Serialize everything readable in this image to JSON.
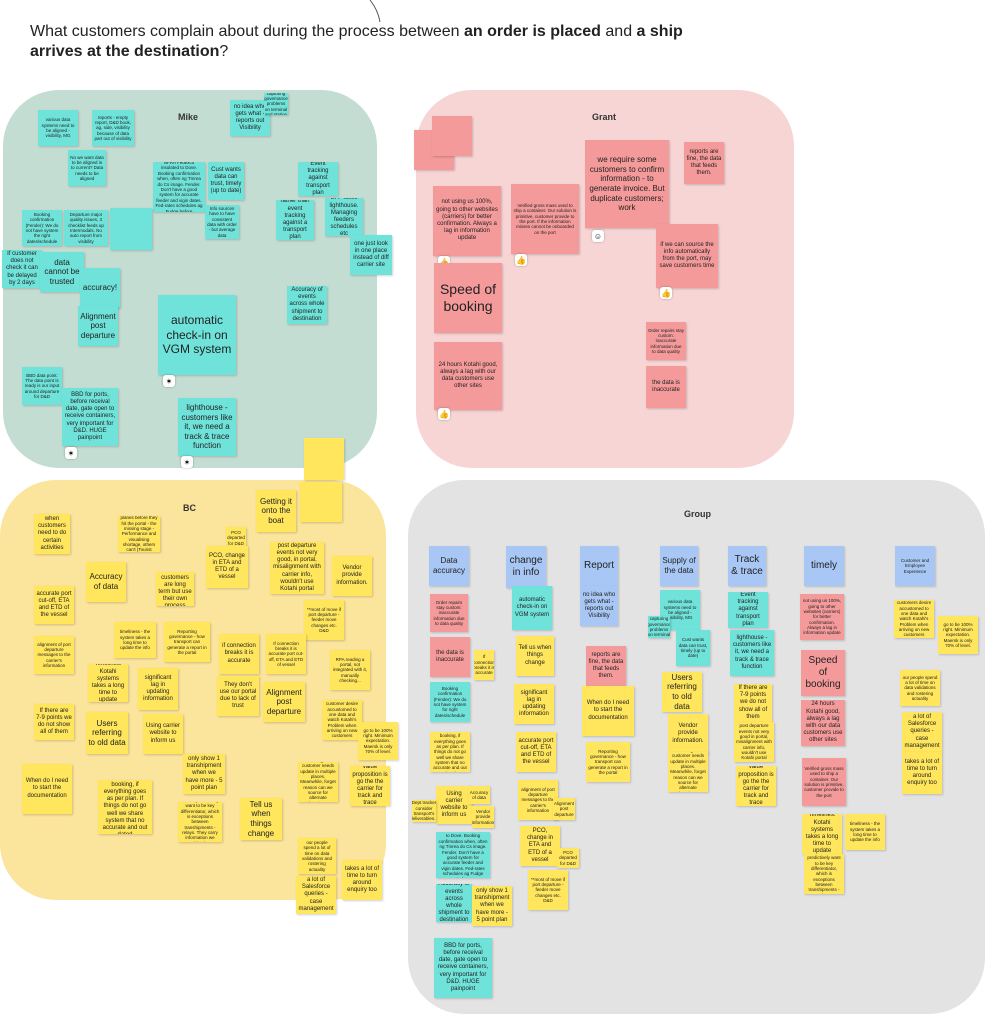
{
  "question": {
    "part1": "What customers complain about during the process between ",
    "bold1": "an order is placed",
    "part2": " and ",
    "bold2": "a ship arrives at the destination",
    "part3": "?"
  },
  "zones": {
    "mike": "Mike",
    "grant": "Grant",
    "bc": "BC",
    "group": "Group"
  },
  "icons": {
    "sparkle": "sparkle-icon",
    "thumb": "thumbs-up-icon",
    "smile": "smile-icon"
  },
  "colors": {
    "mike_bg": "#c4ddd2",
    "grant_bg": "#f7d5d5",
    "bc_bg": "#fbe49b",
    "group_bg": "#e3e3e3",
    "teal": "#6fe3da",
    "pink": "#f59a9a",
    "yellow": "#ffe65c",
    "blue": "#a8c7f5"
  },
  "mike": {
    "n1": "various data systems need to be aligned - visibility, MG",
    "n2": "reports - empty report, D&D book, ag, side, visibility because of data part out of visibility",
    "n3": "no idea who gets what - reports out Visibility",
    "n4": "capturing governance problems on terminal and station",
    "n5": "No we want data to be aligned in to current? Data needs to be aligned",
    "n6": "NFRA Fedexco insulated to Dove. Booking confirmation when, often ng Tmrea do Cs image. Fender. Don't have a good system for accurate feeder and vigin dates. Fed-rates schedules ag Fudge before",
    "n7": "Cust wants data can trust, timely (up to date)",
    "n8": "Event tracking against transport plan",
    "n9": "Booking confirmation (Fender): We do not have system the right dates/schedule",
    "n10": "Departure major quality issues, 3 checklist feeds up Intermodals. No auto report from visibility",
    "n11": "Info sources have to have consistent data with order - but average data",
    "n12": "rather than event tracking against a transport plan",
    "n13": "SFF loses lighthouse. Managing feeders schedules etc",
    "n14": "one just look in one place instead of diff carrier site",
    "n15": "If customer does not check it can be delayed by 2 days",
    "n16": "data cannot be trusted",
    "n17": "accuracy!",
    "n18": "Alignment post departure",
    "n19": "automatic check-in on VGM system",
    "n20": "Accuracy of events across whole shipment to destination",
    "n21": "BBD data point: The data point is ready is our input around departure for D&D",
    "n22": "BBD for ports, before receival date, gate open to receive containers, very important for D&D. HUGE painpoint",
    "n23": "lighthouse - customers like it, we need a track & trace function"
  },
  "grant": {
    "n1": "we require some customers to confirm information - to generate invoice. But duplicate customers; work",
    "n2": "reports are fine, the data that feeds them.",
    "n3": "not using us 100%, going to other websites (carriers) for better confirmation. Always a lag in information update",
    "n4": "Verified gross mass used to ship a container. Our solution is primitive, customer provide to the port. If the information misses cannot be onboarded on the port",
    "n5": "if we can source the info automatically from the port, may save customers time",
    "n6": "Speed of booking",
    "n7": "24 hours Kotahi good, always a lag with our data customers use other sites",
    "n8": "Order repairs stay custom: inaccurate information due to data quality",
    "n9": "the data is inaccurate"
  },
  "bc": {
    "n1": "when customers need to do certain activities",
    "n2": "customers notice planes before they hit the portal - the missing stage - Performance and visualising shortage, others can't (Tourist shares at Tra ship",
    "n3": "PCO departed for D&D",
    "n4": "Getting it onto the boat",
    "n5": "Accuracy of data",
    "n6": "PCO, change in ETA and ETD of a vessel",
    "n7": "post departure events not very good, in portal, misalignment with carrier info, wouldn't use Kotahi portal",
    "n8": "Vendor provide information.",
    "n9": "accurate port cut-off, ETA and ETD of the vessel",
    "n10": "New customers are long term but use their own process",
    "n11": "**most of move if port departure - feeder move changes etc. D&D",
    "n12": "alignment of port departure messages to the carrier's information",
    "n13": "timeliness - the system takes a long time to update the info",
    "n14": "Reporting governance - how transport can generate a report in the portal",
    "n15": "if connection breaks it is accurate",
    "n16": "If connection breaks it is accurate port cut-off, ETA and ETD of vessel",
    "n17": "RPA reading a portal, not integrated with it, manually checking...",
    "n18": "Timelines. Kotahi systems takes a long time to update",
    "n19": "significant lag in updating information",
    "n20": "They don't use our portal due to lack of trust",
    "n21": "Alignment post departure",
    "n22": "If there are 7-9 points we do not show all of them",
    "n23": "Users referring to old data",
    "n24": "Using carrier website to inform us",
    "n25": "customer desire accustomed to one data and watch Kotahi's Problem when arriving on new customers",
    "n26": "go to be 100% right. Minimum expectation. Maersk is only 70% of level.",
    "n27": "When do I need to start the documentation",
    "n28": "We make a booking, if everything goes as per plan. If things do not go well we share system that no accurate and out dated",
    "n29": "only show 1 transhipment when we have more - 5 point plan",
    "n30": "INS management customer needs update in multiple places. Meanwhile, forget reason can we source for alternate location?",
    "n31": "value proposition is go the the carrier for track and trace",
    "n32": "Shows predictively want to be key differentiator, which is exceptions between transhipments - relays. They carry information we wouldn't have",
    "n33": "Tell us when things change",
    "n34": "our people spend a lot of time on data validations and rostering actuality",
    "n35": "a lot of Salesforce queries - case management",
    "n36": "takes a lot of time to turn around enquiry too"
  },
  "group": {
    "h1": "Data accuracy",
    "h2": "change in info",
    "h3": "Report",
    "h4": "Supply of the data",
    "h5": "Track & trace",
    "h6": "timely",
    "h7": "Customer and Employee Experience",
    "c1": {
      "n1": "Order repairs stay custom: inaccurate information due to data quality",
      "n2": "the data is inaccurate",
      "n3": "If connection breaks it is accurate",
      "n4": "Booking confirmation (Fender): We do not have system for right dates/schedule",
      "n5": "We make a booking, if everything goes as per plan. If things do not go well we share system that no accurate and out dated",
      "n6": "Using carrier website to inform us",
      "n7": "Accuracy of data",
      "n8": "Vendor provide information",
      "n9": "Dept tracker consider transport's deliverables...",
      "n10": "NFRA Fedexco insulated to Dove. Booking confirmation when, often ng Tmrea do Cs image. Fender. Don't have a good system for accurate feeder and vigin dates. Fed-rates schedules ag Fudge before",
      "n11": "Accuracy of events across whole shipment to destination",
      "n12": "BBD for ports, before receival date, gate open to receive containers, very important for D&D. HUGE painpoint"
    },
    "c2": {
      "n1": "automatic check-in on VGM system",
      "n2": "Tell us when things change",
      "n3": "significant lag in updating information",
      "n4": "accurate port cut-off, ETA and ETD of the vessel",
      "n5": "alignment of port departure messages to the carrier's information",
      "n6": "Alignment post departure",
      "n7": "PCO, change in ETA and ETD of a vessel",
      "n8": "PCO departed for D&D",
      "n9": "**most of move if port departure - feeder move changes etc. D&D",
      "n10": "only show 1 transhipment when we have more - 5 point plan"
    },
    "c3": {
      "n1": "no idea who gets what - reports out Visibility",
      "n2": "reports are fine, the data that feeds them.",
      "n3": "When do I need to start the documentation",
      "n4": "Reporting governance - how transport can generate a report in the portal"
    },
    "c4": {
      "n1": "various data systems need to be aligned - visibility, MG",
      "n2": "capturing governance problems on terminal",
      "n3": "Cust wants data can trust, timely (up to date)",
      "n4": "Users referring to old data",
      "n5": "Vendor provide information.",
      "n6": "INS management customer needs update in multiple places. Meanwhile, forget reason can we source for alternate location?"
    },
    "c5": {
      "n1": "Event tracking against transport plan",
      "n2": "lighthouse - customers like it, we need a track & trace function",
      "n3": "If there are 7-9 points we do not show all of them",
      "n4": "post departure events not very good in portal, misalignment with carrier info, wouldn't use Kotahi portal",
      "n5": "value proposition is go the the carrier for track and trace"
    },
    "c6": {
      "n1": "not using us 100%, going to other websites (carriers) for better confirmation. Always a lag in information update",
      "n2": "Speed of booking",
      "n3": "24 hours Kotahi good, always a lag with our data customers use other sites",
      "n4": "Verified gross mass used to ship a container. Our solution is primitive, customer provide to the port",
      "n5": "Timelines. Kotahi systems takes a long time to update",
      "n6": "timeliness - the system takes a long time to update the info",
      "n7": "Shows predictively want to be key differentiator, which is exceptions between transhipments - relays"
    },
    "c7": {
      "n1": "customers desire accustomed to one data and watch Kotahi's Problem when arriving on new customers",
      "n2": "go to be 100% right. Minimum expectation. Maersk is only 70% of level.",
      "n3": "our people spend a lot of time on data validations and rostering actuality",
      "n4": "a lot of Salesforce queries - case management",
      "n5": "takes a lot of time to turn around enquiry too"
    }
  }
}
